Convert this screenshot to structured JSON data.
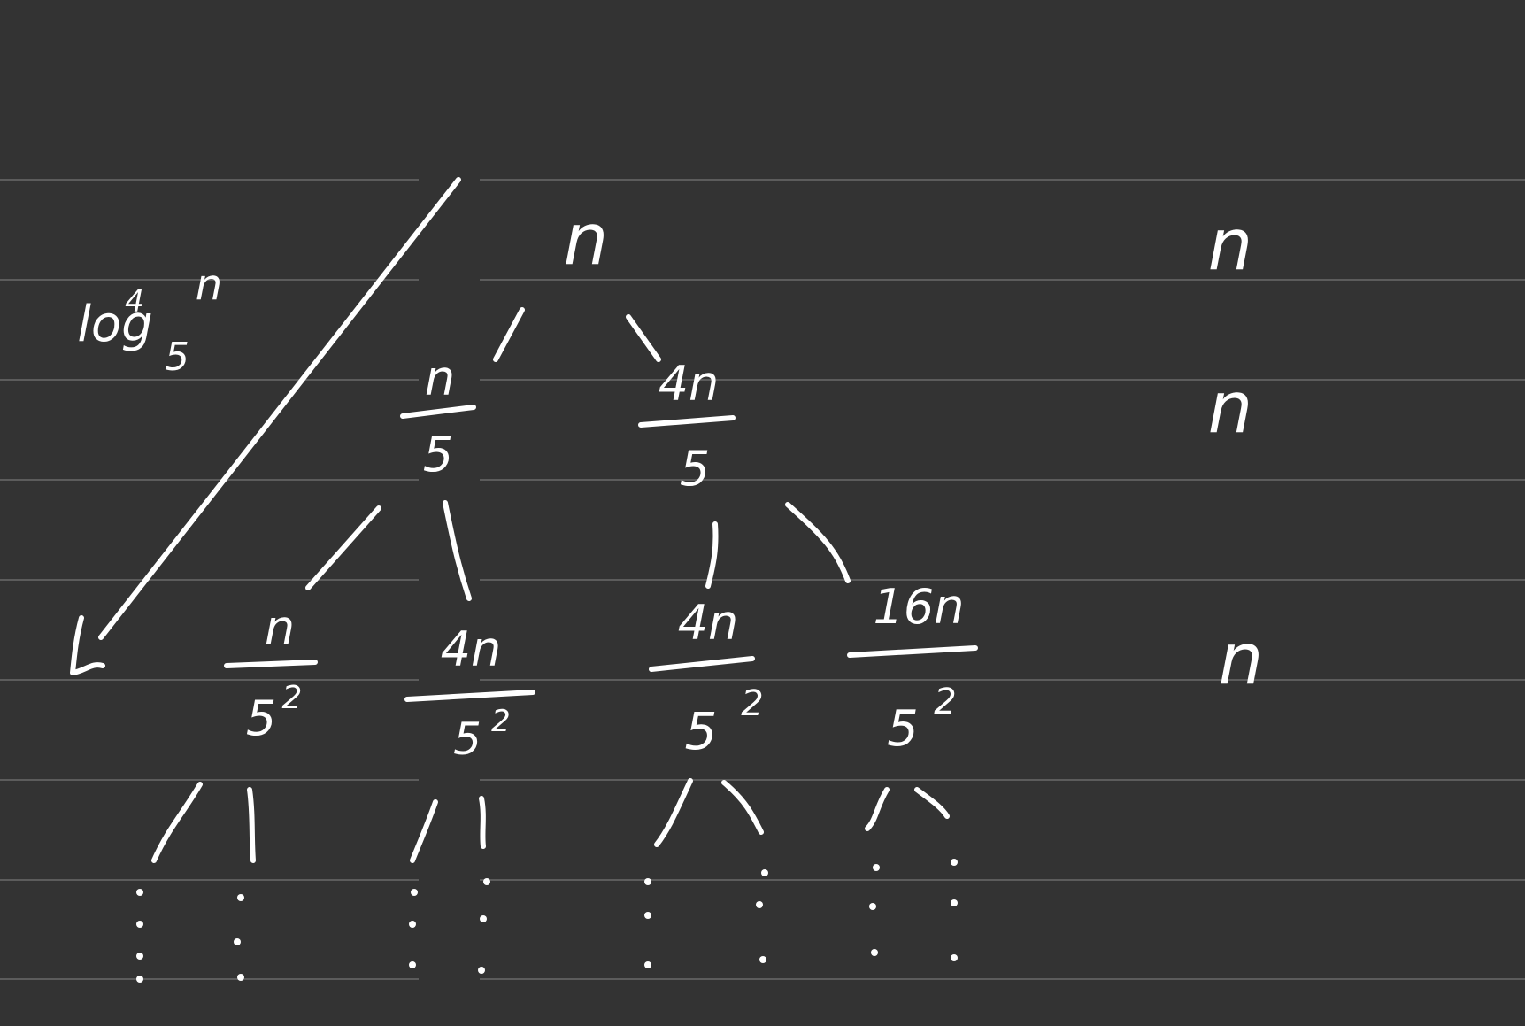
{
  "background_color": "#333333",
  "ink_color": "#ffffff",
  "rule_color": "#5c5c5c",
  "depth": {
    "label": "log",
    "base": "5",
    "arg": "n",
    "over": "4"
  },
  "root": {
    "label": "n"
  },
  "level1": {
    "left": {
      "num": "n",
      "den": "5"
    },
    "right": {
      "num": "4n",
      "den": "5"
    }
  },
  "level2": {
    "a": {
      "num": "n",
      "den": "5",
      "den_exp": "2"
    },
    "b": {
      "num": "4n",
      "den": "5",
      "den_exp": "2"
    },
    "c": {
      "num": "4n",
      "den": "5",
      "den_exp": "2"
    },
    "d": {
      "num": "16n",
      "den": "5",
      "den_exp": "2"
    }
  },
  "level_costs": [
    "n",
    "n",
    "n"
  ],
  "continuation": "⋮"
}
